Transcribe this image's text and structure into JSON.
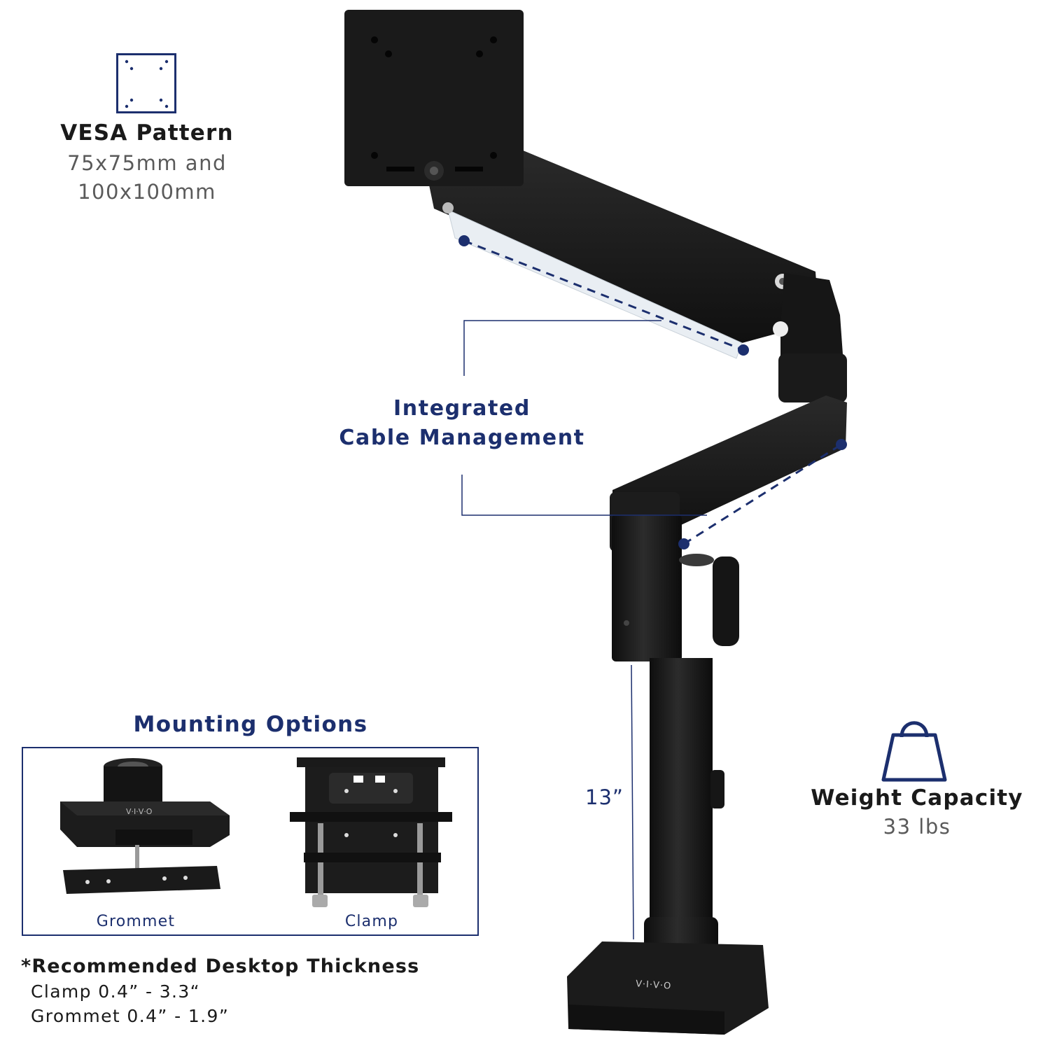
{
  "vesa": {
    "title": "VESA Pattern",
    "line1": "75x75mm and",
    "line2": "100x100mm"
  },
  "cable": {
    "line1": "Integrated",
    "line2": "Cable Management"
  },
  "weight": {
    "title": "Weight Capacity",
    "value": "33 lbs"
  },
  "height": {
    "label": "13”"
  },
  "mounting": {
    "title": "Mounting Options",
    "options": [
      "Grommet",
      "Clamp"
    ]
  },
  "recommended": {
    "title": "*Recommended Desktop Thickness",
    "clamp": "Clamp 0.4” - 3.3“",
    "grommet": "Grommet 0.4” - 1.9”"
  },
  "brand": {
    "logo": "V·I·V·O"
  },
  "colors": {
    "accent": "#1c2f6e",
    "product": "#1b1b1b",
    "text": "#1a1a1a",
    "muted": "#5a5a5a"
  }
}
